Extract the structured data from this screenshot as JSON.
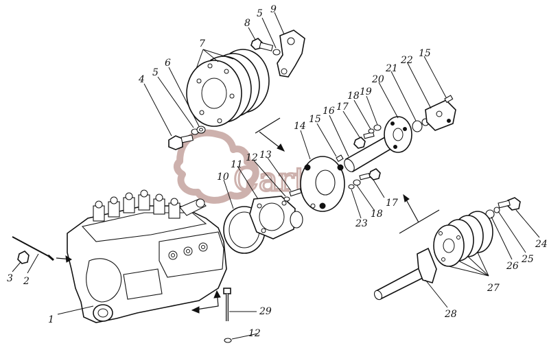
{
  "watermark": {
    "text": "Carter",
    "color": "#c8a9a5"
  },
  "callouts": [
    {
      "id": "1",
      "label": "1"
    },
    {
      "id": "2",
      "label": "2"
    },
    {
      "id": "3",
      "label": "3"
    },
    {
      "id": "4",
      "label": "4"
    },
    {
      "id": "5a",
      "label": "5"
    },
    {
      "id": "5b",
      "label": "5"
    },
    {
      "id": "6",
      "label": "6"
    },
    {
      "id": "7",
      "label": "7"
    },
    {
      "id": "8",
      "label": "8"
    },
    {
      "id": "9",
      "label": "9"
    },
    {
      "id": "10",
      "label": "10"
    },
    {
      "id": "11",
      "label": "11"
    },
    {
      "id": "12a",
      "label": "12"
    },
    {
      "id": "12b",
      "label": "12"
    },
    {
      "id": "13",
      "label": "13"
    },
    {
      "id": "14",
      "label": "14"
    },
    {
      "id": "15a",
      "label": "15"
    },
    {
      "id": "15b",
      "label": "15"
    },
    {
      "id": "16",
      "label": "16"
    },
    {
      "id": "17a",
      "label": "17"
    },
    {
      "id": "17b",
      "label": "17"
    },
    {
      "id": "18a",
      "label": "18"
    },
    {
      "id": "18b",
      "label": "18"
    },
    {
      "id": "19",
      "label": "19"
    },
    {
      "id": "20",
      "label": "20"
    },
    {
      "id": "21",
      "label": "21"
    },
    {
      "id": "22",
      "label": "22"
    },
    {
      "id": "23",
      "label": "23"
    },
    {
      "id": "24",
      "label": "24"
    },
    {
      "id": "25",
      "label": "25"
    },
    {
      "id": "26",
      "label": "26"
    },
    {
      "id": "27",
      "label": "27"
    },
    {
      "id": "28",
      "label": "28"
    },
    {
      "id": "29",
      "label": "29"
    }
  ]
}
